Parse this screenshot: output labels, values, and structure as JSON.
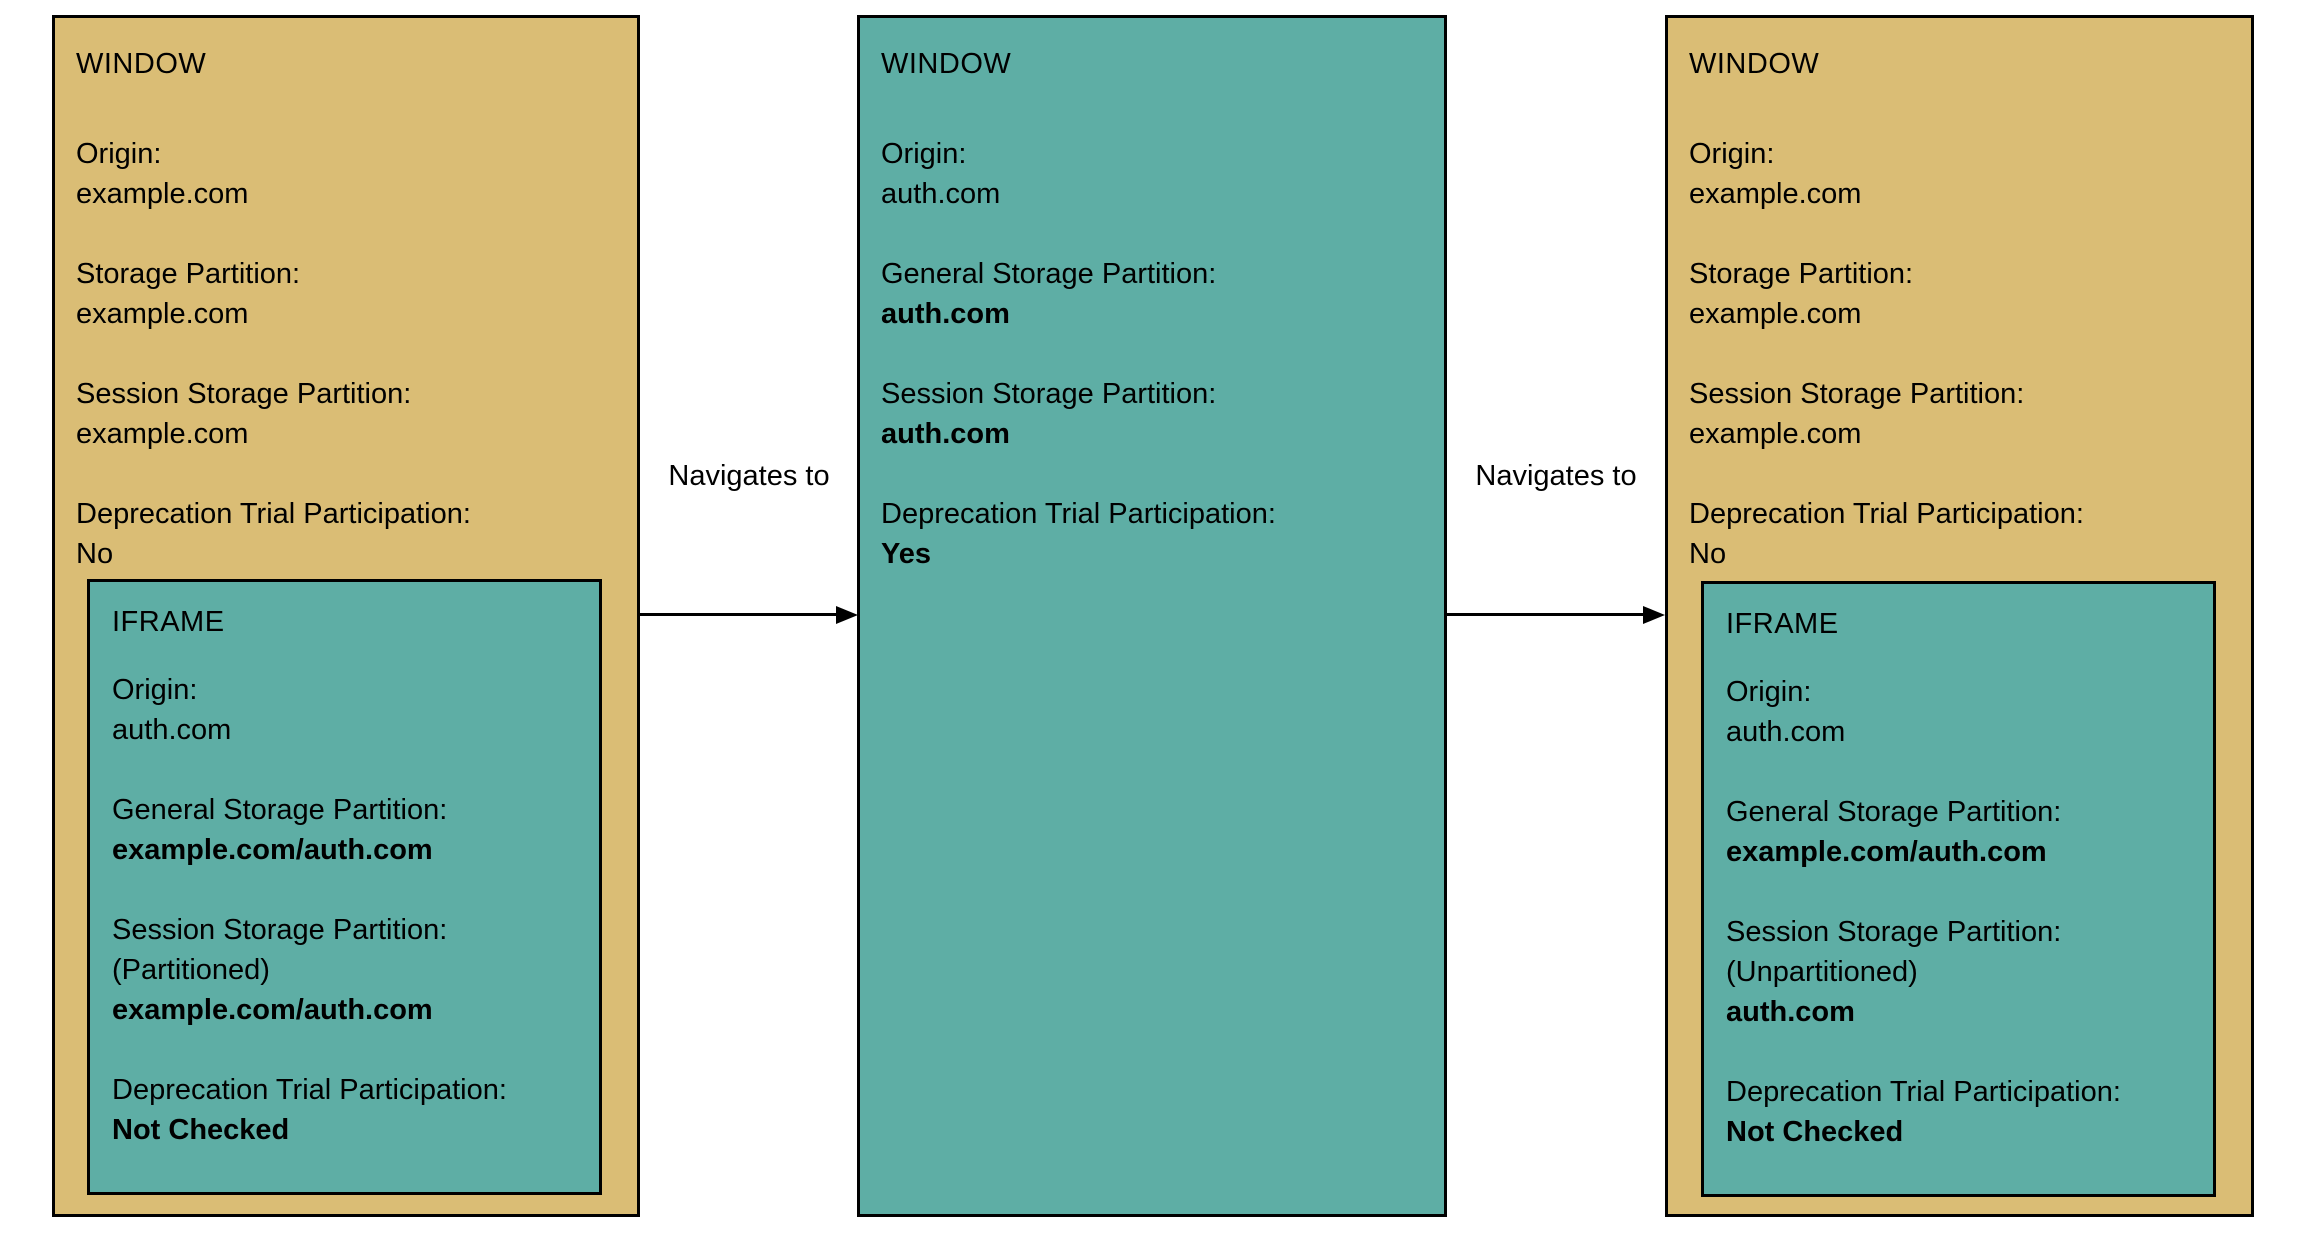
{
  "colors": {
    "window_fill": "#DABD75",
    "iframe_fill": "#5EAEA5",
    "border": "#000000",
    "text": "#000000",
    "background": "#ffffff"
  },
  "boxes": [
    {
      "title": "WINDOW",
      "fields": [
        {
          "label": "Origin:",
          "value": "example.com"
        },
        {
          "label": "Storage Partition:",
          "value": "example.com"
        },
        {
          "label": "Session Storage Partition:",
          "value": "example.com"
        },
        {
          "label": "Deprecation Trial Participation:",
          "value": "No"
        }
      ],
      "iframe": {
        "title": "IFRAME",
        "fields": [
          {
            "label": "Origin:",
            "value": "auth.com"
          },
          {
            "label": "General Storage Partition:",
            "value": "example.com/auth.com"
          },
          {
            "label": "Session Storage Partition:",
            "note": "(Partitioned)",
            "value": "example.com/auth.com"
          },
          {
            "label": "Deprecation Trial Participation:",
            "value": "Not Checked"
          }
        ]
      }
    },
    {
      "title": "WINDOW",
      "fields": [
        {
          "label": "Origin:",
          "value": "auth.com"
        },
        {
          "label": "General Storage Partition:",
          "value": "auth.com"
        },
        {
          "label": "Session Storage Partition:",
          "value": "auth.com"
        },
        {
          "label": "Deprecation Trial Participation:",
          "value": "Yes"
        }
      ]
    },
    {
      "title": "WINDOW",
      "fields": [
        {
          "label": "Origin:",
          "value": "example.com"
        },
        {
          "label": "Storage Partition:",
          "value": "example.com"
        },
        {
          "label": "Session Storage Partition:",
          "value": "example.com"
        },
        {
          "label": "Deprecation Trial Participation:",
          "value": "No"
        }
      ],
      "iframe": {
        "title": "IFRAME",
        "fields": [
          {
            "label": "Origin:",
            "value": "auth.com"
          },
          {
            "label": "General Storage Partition:",
            "value": "example.com/auth.com"
          },
          {
            "label": "Session Storage Partition:",
            "note": "(Unpartitioned)",
            "value": "auth.com"
          },
          {
            "label": "Deprecation Trial Participation:",
            "value": "Not Checked"
          }
        ]
      }
    }
  ],
  "arrows": [
    {
      "label": "Navigates to"
    },
    {
      "label": "Navigates to"
    }
  ]
}
